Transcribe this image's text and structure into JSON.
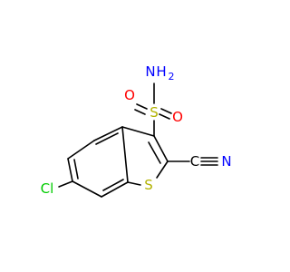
{
  "molecule": {
    "labels": {
      "n_amine": "N",
      "h2": "H",
      "h2_sub": "2",
      "s_sulfonyl": "S",
      "o_left": "O",
      "o_right": "O",
      "c_nitrile": "C",
      "n_nitrile": "N",
      "s_ring": "S",
      "cl": "Cl"
    },
    "colors": {
      "bond": "#000000",
      "nitrogen": "#0000ff",
      "oxygen": "#ff0000",
      "sulfur": "#b2b200",
      "chlorine": "#00cc00",
      "carbon_label": "#000000"
    }
  }
}
